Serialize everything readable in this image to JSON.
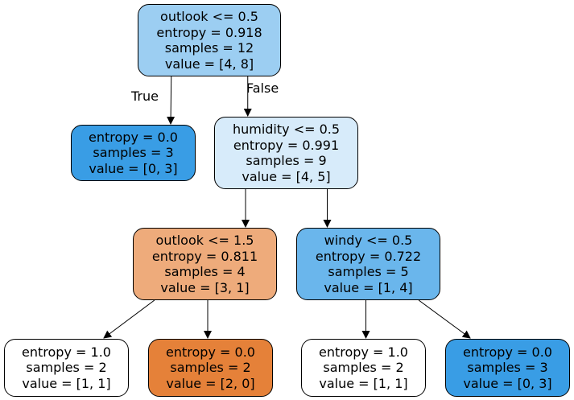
{
  "tree": {
    "nodes": {
      "root": {
        "lines": [
          "outlook <= 0.5",
          "entropy = 0.918",
          "samples = 12",
          "value = [4, 8]"
        ],
        "fill": "#9ccef2"
      },
      "left1": {
        "lines": [
          "entropy = 0.0",
          "samples = 3",
          "value = [0, 3]"
        ],
        "fill": "#399de5"
      },
      "right1": {
        "lines": [
          "humidity <= 0.5",
          "entropy = 0.991",
          "samples = 9",
          "value = [4, 5]"
        ],
        "fill": "#d7ebfa"
      },
      "n_outlook2": {
        "lines": [
          "outlook <= 1.5",
          "entropy = 0.811",
          "samples = 4",
          "value = [3, 1]"
        ],
        "fill": "#eeab7b"
      },
      "n_windy": {
        "lines": [
          "windy <= 0.5",
          "entropy = 0.722",
          "samples = 5",
          "value = [1, 4]"
        ],
        "fill": "#6ab6ec"
      },
      "leaf_a": {
        "lines": [
          "entropy = 1.0",
          "samples = 2",
          "value = [1, 1]"
        ],
        "fill": "#ffffff"
      },
      "leaf_b": {
        "lines": [
          "entropy = 0.0",
          "samples = 2",
          "value = [2, 0]"
        ],
        "fill": "#e58139"
      },
      "leaf_c": {
        "lines": [
          "entropy = 1.0",
          "samples = 2",
          "value = [1, 1]"
        ],
        "fill": "#ffffff"
      },
      "leaf_d": {
        "lines": [
          "entropy = 0.0",
          "samples = 3",
          "value = [0, 3]"
        ],
        "fill": "#399de5"
      }
    },
    "edges": [
      {
        "from": "root",
        "to": "left1"
      },
      {
        "from": "root",
        "to": "right1"
      },
      {
        "from": "right1",
        "to": "n_outlook2"
      },
      {
        "from": "right1",
        "to": "n_windy"
      },
      {
        "from": "n_outlook2",
        "to": "leaf_a"
      },
      {
        "from": "n_outlook2",
        "to": "leaf_b"
      },
      {
        "from": "n_windy",
        "to": "leaf_c"
      },
      {
        "from": "n_windy",
        "to": "leaf_d"
      }
    ],
    "edge_labels": {
      "true_label": "True",
      "false_label": "False"
    },
    "edge_color": "#000000"
  }
}
